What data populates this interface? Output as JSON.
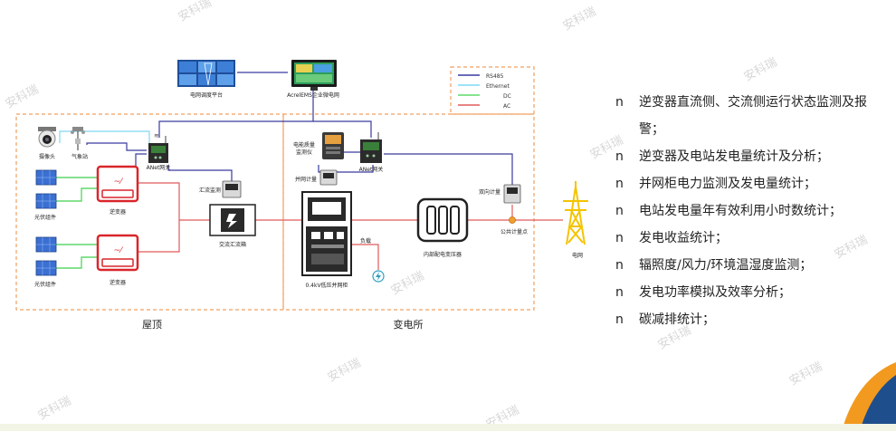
{
  "watermark_text": "安科瑞",
  "legend": {
    "items": [
      {
        "label": "RS485",
        "color": "#3a3aa0"
      },
      {
        "label": "Ethernet",
        "color": "#7fd8f0"
      },
      {
        "label": "DC",
        "color": "#5fd86a"
      },
      {
        "label": "AC",
        "color": "#e05a5a"
      }
    ]
  },
  "labels": {
    "grid_dispatch": "电网调度平台",
    "ems_platform": "AcrelEMS企业微电网",
    "camera": "摄像头",
    "weather_station": "气象站",
    "anet_gateway_left": "ANet网关",
    "pv_module_1": "光伏组件",
    "pv_module_2": "光伏组件",
    "inverter_1": "逆变器",
    "inverter_2": "逆变器",
    "combiner_monitor": "汇流监测",
    "ac_combiner": "交流汇流箱",
    "power_quality_monitor_l1": "电能质量",
    "power_quality_monitor_l2": "监测仪",
    "anet_gateway_right": "ANet网关",
    "grid_meter": "并网计量",
    "bidirectional_meter": "双向计量",
    "public_metering_point": "公共计量点",
    "load": "负载",
    "lv_cabinet": "0.4kV低压并网柜",
    "transformer": "内部配电变压器",
    "grid": "电网",
    "roof": "屋顶",
    "substation": "变电所"
  },
  "features": [
    "逆变器直流侧、交流侧运行状态监测及报警；",
    "逆变器及电站发电量统计及分析；",
    "并网柜电力监测及发电量统计；",
    "电站发电量年有效利用小时数统计；",
    "发电收益统计；",
    "辐照度/风力/环境温湿度监测；",
    "发电功率模拟及效率分析；",
    "碳减排统计；"
  ],
  "bullet_marker": "n",
  "colors": {
    "rs485": "#3a3aa0",
    "ethernet": "#7fd8f0",
    "dc": "#5fd86a",
    "ac": "#e05a5a",
    "dashed_box": "#f0a060",
    "inverter_red": "#d9262b",
    "pv_blue": "#3b6fd1",
    "tower_yellow": "#f4c400"
  }
}
